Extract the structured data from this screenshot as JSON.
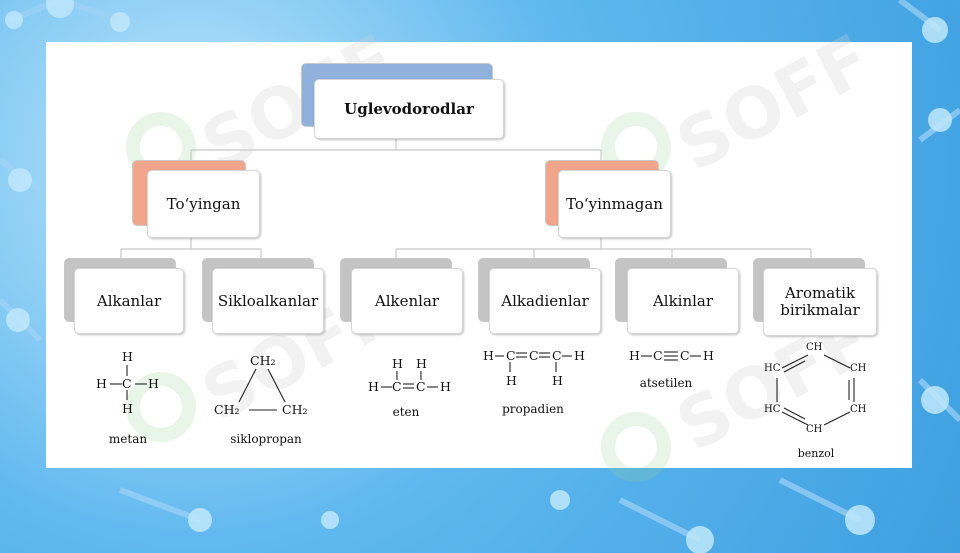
{
  "diagram": {
    "root": "Uglevodorodlar",
    "level1": [
      "To‘yingan",
      "To‘yinmagan"
    ],
    "level2": [
      "Alkanlar",
      "Sikloalkanlar",
      "Alkenlar",
      "Alkadienlar",
      "Alkinlar",
      "Aromatik birikmalar"
    ],
    "examples": [
      "metan",
      "siklopropan",
      "eten",
      "propadien",
      "atsetilen",
      "benzol"
    ],
    "formula_atoms": {
      "H": "H",
      "C": "C",
      "CH": "CH",
      "HC": "HC",
      "CH2": "CH₂"
    }
  },
  "watermark": "SOFF",
  "colors": {
    "root_accent": "#8fb1dc",
    "level1_accent": "#f1a58a",
    "level2_accent": "#c4c4c4",
    "connector": "#c8c8c8",
    "background": "#4aa8e6"
  }
}
